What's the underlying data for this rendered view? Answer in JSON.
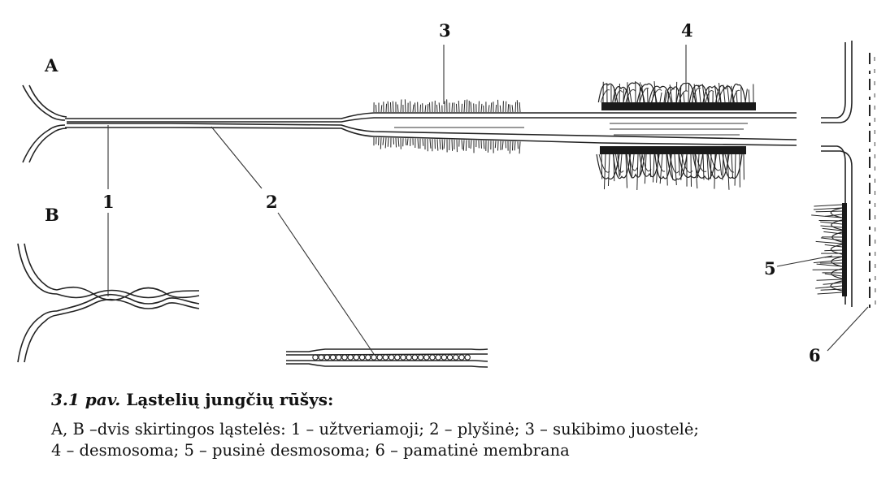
{
  "labels": {
    "A": "A",
    "B": "B",
    "n1": "1",
    "n2": "2",
    "n3": "3",
    "n4": "4",
    "n5": "5",
    "n6": "6"
  },
  "caption": {
    "number": "3.1 pav.",
    "title": "Ląstelių jungčių rūšys:",
    "line1": "A, B –dvis skirtingos ląstelės: 1 – užtveriamoji; 2 – plyšinė; 3 – sukibimo juostelė;",
    "line2": "4 – desmosoma; 5 – pusinė desmosoma; 6 – pamatinė membrana"
  }
}
